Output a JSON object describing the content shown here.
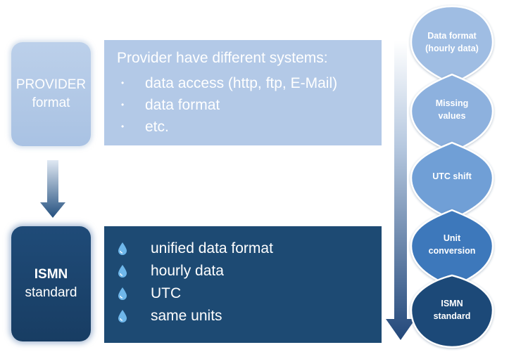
{
  "provider_box": {
    "line1": "PROVIDER",
    "line2": "format"
  },
  "ismn_box": {
    "line1": "ISMN",
    "line2": "standard"
  },
  "systems": {
    "title": "Provider have different systems:",
    "items": [
      "data access (http, ftp, E-Mail)",
      "data format",
      "etc."
    ],
    "bullet": "•"
  },
  "unified": {
    "items": [
      "unified data format",
      "hourly data",
      "UTC",
      "same units"
    ]
  },
  "steps": [
    {
      "line1": "Data format",
      "line2": "(hourly data)",
      "color": "#9fbde3"
    },
    {
      "line1": "Missing",
      "line2": "values",
      "color": "#8db1de"
    },
    {
      "line1": "UTC shift",
      "line2": "",
      "color": "#6f9fd6"
    },
    {
      "line1": "Unit",
      "line2": "conversion",
      "color": "#3d78bb"
    },
    {
      "line1": "ISMN",
      "line2": "standard",
      "color": "#1e4a78"
    }
  ],
  "colors": {
    "provider": "#b3c9e7",
    "ismn": "#1d4a73",
    "arrow_top": "#dbe5f1",
    "arrow_bottom": "#20456f",
    "drop_icon": "#6fb7ea"
  }
}
